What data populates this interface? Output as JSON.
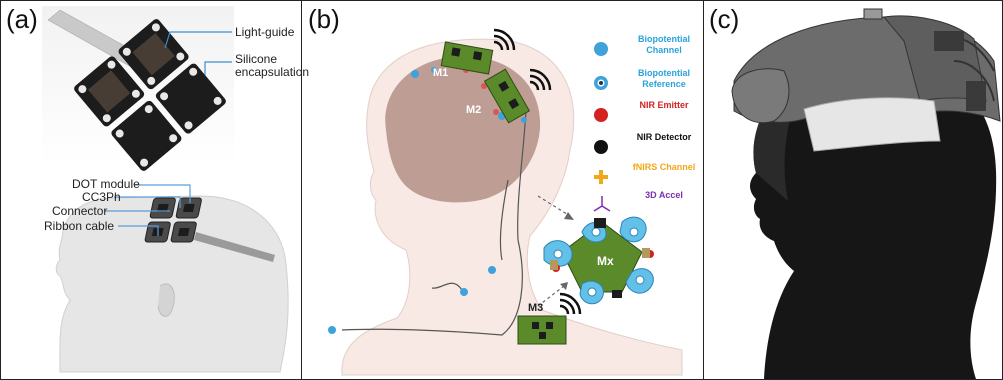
{
  "panels": {
    "a": {
      "label": "(a)",
      "photo_callouts": {
        "light_guide": "Light-guide",
        "silicone": "Silicone encapsulation"
      },
      "diagram_callouts": {
        "dot_module": "DOT module",
        "cc3ph": "CC3Ph",
        "connector": "Connector",
        "ribbon_cable": "Ribbon cable"
      }
    },
    "b": {
      "label": "(b)",
      "modules": [
        "M1",
        "M2",
        "M3",
        "Mx"
      ],
      "legend": [
        {
          "icon": "blue-dot-icon",
          "text": "Biopotential Channel",
          "color": "#3fa2da"
        },
        {
          "icon": "blue-ring-dot-icon",
          "text": "Biopotential Reference",
          "color": "#3fa2da"
        },
        {
          "icon": "red-dot-icon",
          "text": "NIR Emitter",
          "color": "#d42222"
        },
        {
          "icon": "black-dot-icon",
          "text": "NIR Detector",
          "color": "#111111"
        },
        {
          "icon": "orange-cross-icon",
          "text": "fNIRS Channel",
          "color": "#f0a81a"
        },
        {
          "icon": "purple-axes-icon",
          "text": "3D Accel",
          "color": "#7a2fb0"
        }
      ]
    },
    "c": {
      "label": "(c)"
    }
  }
}
